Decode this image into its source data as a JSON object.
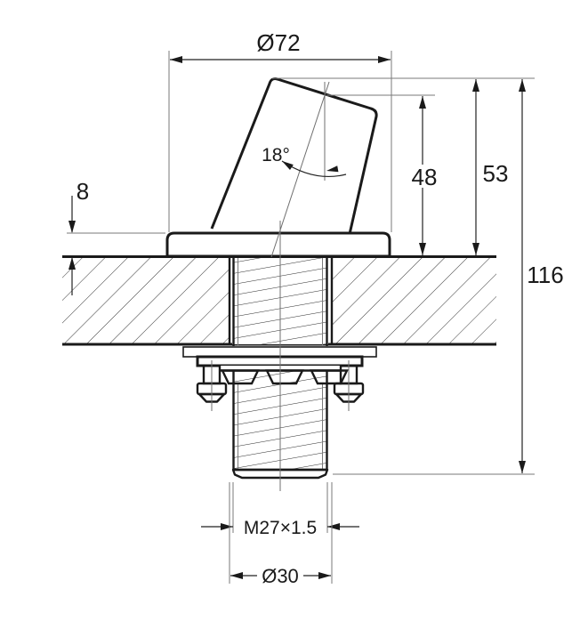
{
  "drawing": {
    "background": "#ffffff",
    "line_color": "#1a1a1a",
    "labels": {
      "flange_diameter": "Ø72",
      "tilt_angle": "18°",
      "flange_height": "8",
      "axis_height": "48",
      "top_height": "53",
      "overall_height": "116",
      "thread_spec": "M27×1.5",
      "stud_diameter": "Ø30"
    }
  }
}
